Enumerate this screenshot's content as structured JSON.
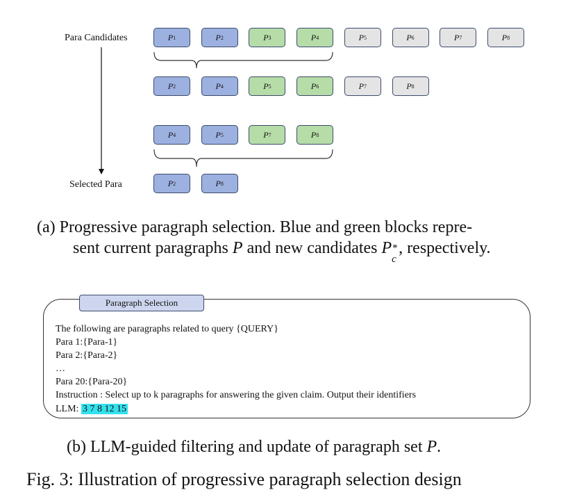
{
  "diagram_a": {
    "label_candidates": "Para Candidates",
    "label_selected": "Selected Para",
    "colors": {
      "blue": "#9db1e0",
      "green": "#b6dca8",
      "gray": "#e4e4e4",
      "border": "#3b4a6b"
    },
    "rows": [
      [
        {
          "n": "1",
          "c": "blue"
        },
        {
          "n": "2",
          "c": "blue"
        },
        {
          "n": "3",
          "c": "green"
        },
        {
          "n": "4",
          "c": "green"
        },
        {
          "n": "5",
          "c": "gray"
        },
        {
          "n": "6",
          "c": "gray"
        },
        {
          "n": "7",
          "c": "gray"
        },
        {
          "n": "8",
          "c": "gray"
        }
      ],
      [
        {
          "n": "2",
          "c": "blue"
        },
        {
          "n": "4",
          "c": "blue"
        },
        {
          "n": "5",
          "c": "green"
        },
        {
          "n": "6",
          "c": "green"
        },
        {
          "n": "7",
          "c": "gray"
        },
        {
          "n": "8",
          "c": "gray"
        }
      ],
      [
        {
          "n": "4",
          "c": "blue"
        },
        {
          "n": "5",
          "c": "blue"
        },
        {
          "n": "7",
          "c": "green"
        },
        {
          "n": "8",
          "c": "green"
        }
      ],
      [
        {
          "n": "2",
          "c": "blue"
        },
        {
          "n": "8",
          "c": "blue"
        }
      ]
    ]
  },
  "caption_a": {
    "line1": "(a) Progressive paragraph selection. Blue and green blocks repre-",
    "line2_pre": "sent current paragraphs ",
    "line2_sym1": "P",
    "line2_mid": " and new candidates ",
    "line2_sym2": "P",
    "line2_sym2_sub": "c",
    "line2_sym2_sup": "*",
    "line2_post": ", respectively."
  },
  "panel_b": {
    "title": "Paragraph Selection",
    "lines": [
      "The following are paragraphs related to query {QUERY}",
      "Para 1:{Para-1}",
      "Para 2:{Para-2}",
      "…",
      "Para 20:{Para-20}",
      "Instruction : Select up to k paragraphs for answering the given claim. Output their identifiers"
    ],
    "llm_label": "LLM: ",
    "llm_output": "3 7 8 12 15"
  },
  "caption_b": {
    "pre": "(b) LLM-guided filtering and update of paragraph set ",
    "sym": "P",
    "post": "."
  },
  "figure_caption_partial": "Fig. 3: Illustration of progressive paragraph selection design"
}
